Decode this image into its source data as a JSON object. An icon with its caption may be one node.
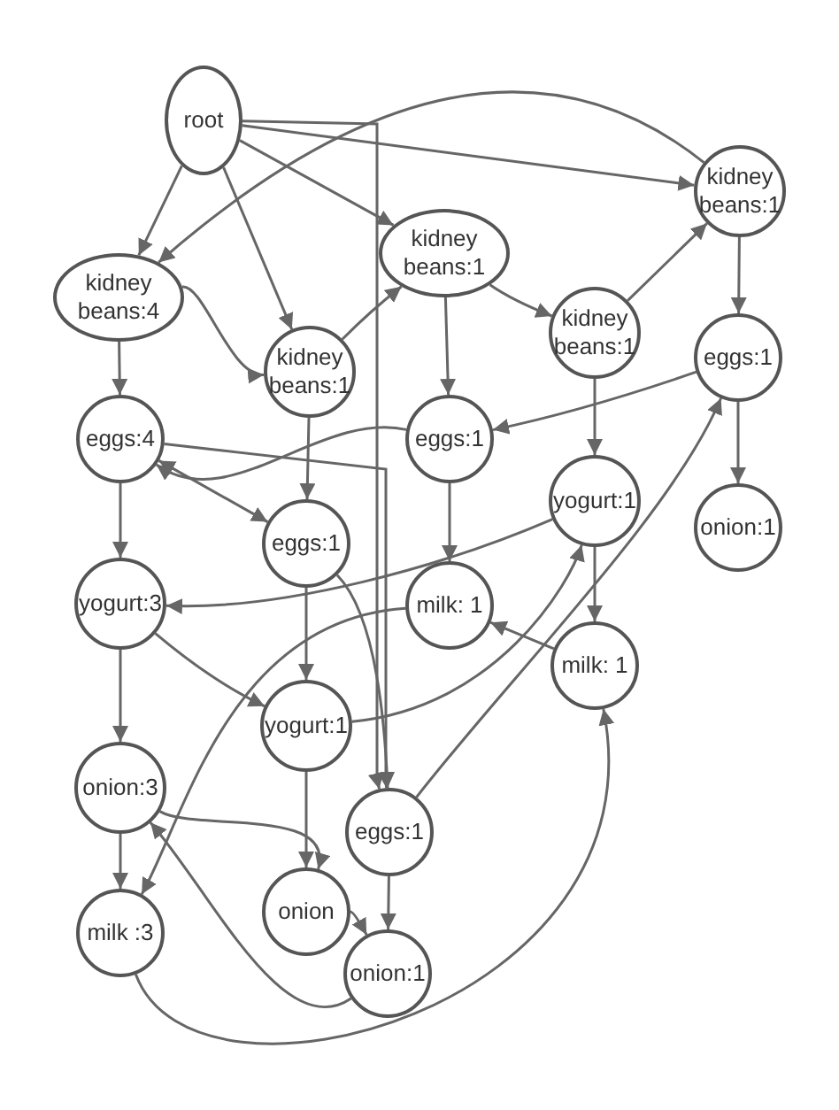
{
  "diagram": {
    "nodes": [
      {
        "text": [
          "root"
        ]
      },
      {
        "text": [
          "kidney beans:4"
        ]
      },
      {
        "text": [
          "kidney beans:1"
        ]
      },
      {
        "text": [
          "kidney beans:1"
        ]
      },
      {
        "text": [
          "kidney beans:1"
        ]
      },
      {
        "text": [
          "kidney beans:1"
        ]
      },
      {
        "text": [
          "eggs:4"
        ]
      },
      {
        "text": [
          "eggs:1"
        ]
      },
      {
        "text": [
          "eggs:1"
        ]
      },
      {
        "text": [
          "eggs:1"
        ]
      },
      {
        "text": [
          "yogurt:1"
        ]
      },
      {
        "text": [
          "onion:1"
        ]
      },
      {
        "text": [
          "yogurt:3"
        ]
      },
      {
        "text": [
          "milk: 1"
        ]
      },
      {
        "text": [
          "milk: 1"
        ]
      },
      {
        "text": [
          "yogurt:1"
        ]
      },
      {
        "text": [
          "onion:3"
        ]
      },
      {
        "text": [
          "eggs:1"
        ]
      },
      {
        "text": [
          "onion"
        ]
      },
      {
        "text": [
          "milk :3"
        ]
      },
      {
        "text": [
          "onion:1"
        ]
      }
    ],
    "edges": [
      {
        "from": 0,
        "to": 1,
        "arrow": "to"
      },
      {
        "from": 0,
        "to": 3,
        "arrow": "to"
      },
      {
        "from": 0,
        "to": 2,
        "arrow": "to"
      },
      {
        "from": 0,
        "to": 5,
        "arrow": "to"
      },
      {
        "from": 0,
        "to": 17,
        "arrow": "to"
      },
      {
        "from": 6,
        "to": 17,
        "arrow": "to"
      },
      {
        "from": 1,
        "to": 3,
        "arrow": "to"
      },
      {
        "from": 5,
        "to": 1,
        "arrow": "to"
      },
      {
        "from": 3,
        "to": 2,
        "arrow": "to"
      },
      {
        "from": 2,
        "to": 4,
        "arrow": "to"
      },
      {
        "from": 4,
        "to": 5,
        "arrow": "to"
      },
      {
        "from": 5,
        "to": 8,
        "arrow": "to"
      },
      {
        "from": 1,
        "to": 6,
        "arrow": "to"
      },
      {
        "from": 2,
        "to": 7,
        "arrow": "to"
      },
      {
        "from": 3,
        "to": 9,
        "arrow": "to"
      },
      {
        "from": 4,
        "to": 10,
        "arrow": "to"
      },
      {
        "from": 8,
        "to": 11,
        "arrow": "to"
      },
      {
        "from": 8,
        "to": 7,
        "arrow": "to"
      },
      {
        "from": 7,
        "to": 6,
        "arrow": "to"
      },
      {
        "from": 6,
        "to": 9,
        "arrow": "both"
      },
      {
        "from": 6,
        "to": 12,
        "arrow": "to"
      },
      {
        "from": 9,
        "to": 15,
        "arrow": "to"
      },
      {
        "from": 9,
        "to": 17,
        "arrow": "to"
      },
      {
        "from": 7,
        "to": 13,
        "arrow": "to"
      },
      {
        "from": 10,
        "to": 12,
        "arrow": "to"
      },
      {
        "from": 10,
        "to": 14,
        "arrow": "to"
      },
      {
        "from": 14,
        "to": 13,
        "arrow": "to"
      },
      {
        "from": 15,
        "to": 10,
        "arrow": "to"
      },
      {
        "from": 17,
        "to": 8,
        "arrow": "to"
      },
      {
        "from": 13,
        "to": 19,
        "arrow": "to"
      },
      {
        "from": 12,
        "to": 15,
        "arrow": "to"
      },
      {
        "from": 12,
        "to": 16,
        "arrow": "to"
      },
      {
        "from": 16,
        "to": 19,
        "arrow": "to"
      },
      {
        "from": 16,
        "to": 18,
        "arrow": "to"
      },
      {
        "from": 15,
        "to": 18,
        "arrow": "to"
      },
      {
        "from": 17,
        "to": 20,
        "arrow": "to"
      },
      {
        "from": 18,
        "to": 20,
        "arrow": "to"
      },
      {
        "from": 20,
        "to": 16,
        "arrow": "to"
      },
      {
        "from": 19,
        "to": 14,
        "arrow": "to"
      }
    ]
  }
}
